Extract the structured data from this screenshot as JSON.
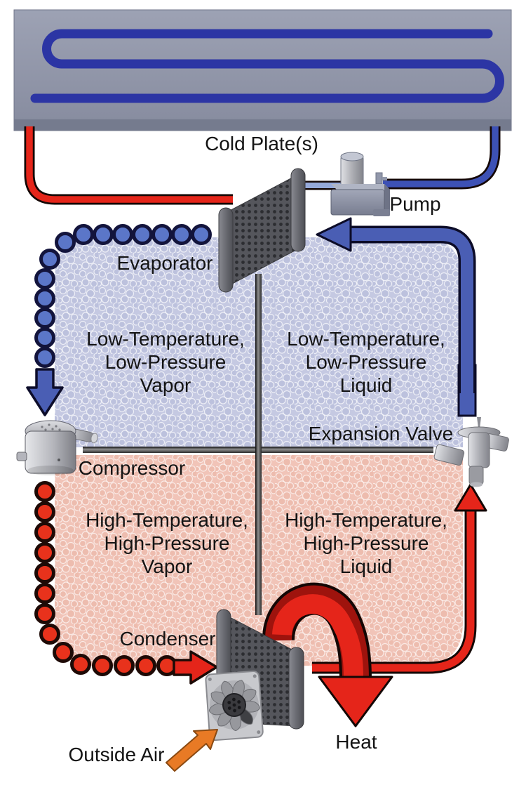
{
  "labels": {
    "cold_plate": "Cold Plate(s)",
    "pump": "Pump",
    "evaporator": "Evaporator",
    "compressor": "Compressor",
    "expansion_valve": "Expansion Valve",
    "condenser": "Condenser",
    "outside_air": "Outside Air",
    "heat": "Heat"
  },
  "quadrants": {
    "top_left": {
      "line1": "Low-Temperature,",
      "line2": "Low-Pressure",
      "line3": "Vapor"
    },
    "top_right": {
      "line1": "Low-Temperature,",
      "line2": "Low-Pressure",
      "line3": "Liquid"
    },
    "bottom_left": {
      "line1": "High-Temperature,",
      "line2": "High-Pressure",
      "line3": "Vapor"
    },
    "bottom_right": {
      "line1": "High-Temperature,",
      "line2": "High-Pressure",
      "line3": "Liquid"
    }
  },
  "colors": {
    "cold_line_blue": "#3d51b5",
    "hot_line_red": "#e5251a",
    "cold_region": "#c5c9e2",
    "hot_region": "#f1c4b8",
    "plate_gray": "#9096a8",
    "outside_air_orange": "#e87a25"
  }
}
